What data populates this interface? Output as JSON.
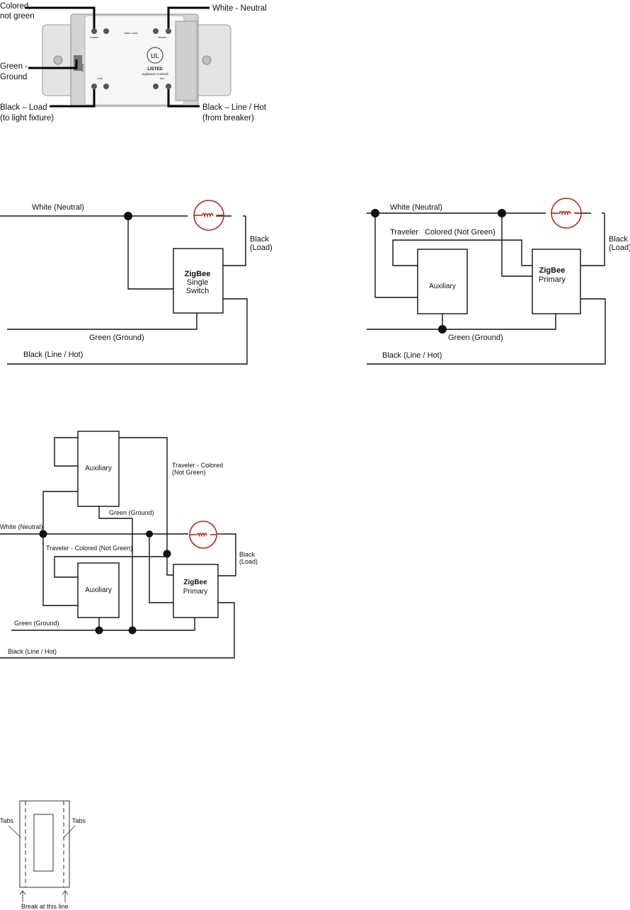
{
  "photo": {
    "labels": {
      "colored_not_green": "Colored, not green",
      "white_neutral": "White - Neutral",
      "green_ground": "Green - Ground",
      "black_load": "Black – Load (to light fixture)",
      "black_line_hot": "Black – Line / Hot (from breaker)"
    },
    "device_text": {
      "listed": "LISTED",
      "appliance": "Appliance Controls",
      "traveler": "Traveler",
      "date_code": "Date Code",
      "neutral": "Neutral",
      "load": "Load",
      "line": "Line",
      "ground": "Ground"
    }
  },
  "diagram1": {
    "white_neutral": "White (Neutral)",
    "black_load": "Black (Load)",
    "device": "ZigBee Single Switch",
    "green_ground": "Green (Ground)",
    "black_line_hot": "Black (Line / Hot)"
  },
  "diagram2": {
    "white_neutral": "White (Neutral)",
    "traveler": "Traveler   Colored (Not Green)",
    "black_load": "Black (Load)",
    "auxiliary": "Auxiliary",
    "primary": "ZigBee Primary",
    "green_ground": "Green (Ground)",
    "black_line_hot": "Black (Line / Hot)"
  },
  "diagram3": {
    "auxiliary_top": "Auxiliary",
    "auxiliary_bottom": "Auxiliary",
    "traveler_top": "Traveler - Colored (Not Green)",
    "green_ground_top": "Green (Ground)",
    "white_neutral": "White (Neutral)",
    "traveler_mid": "Traveler - Colored (Not Green)",
    "black_load": "Black (Load)",
    "primary": "ZigBee Primary",
    "green_ground": "Green (Ground)",
    "black_line_hot": "Black (Line / Hot)"
  },
  "plate": {
    "tabs_left": "Tabs",
    "tabs_right": "Tabs",
    "break_line": "Break at this line"
  },
  "colors": {
    "wire": "#111111",
    "bulb": "#b22a1e"
  }
}
